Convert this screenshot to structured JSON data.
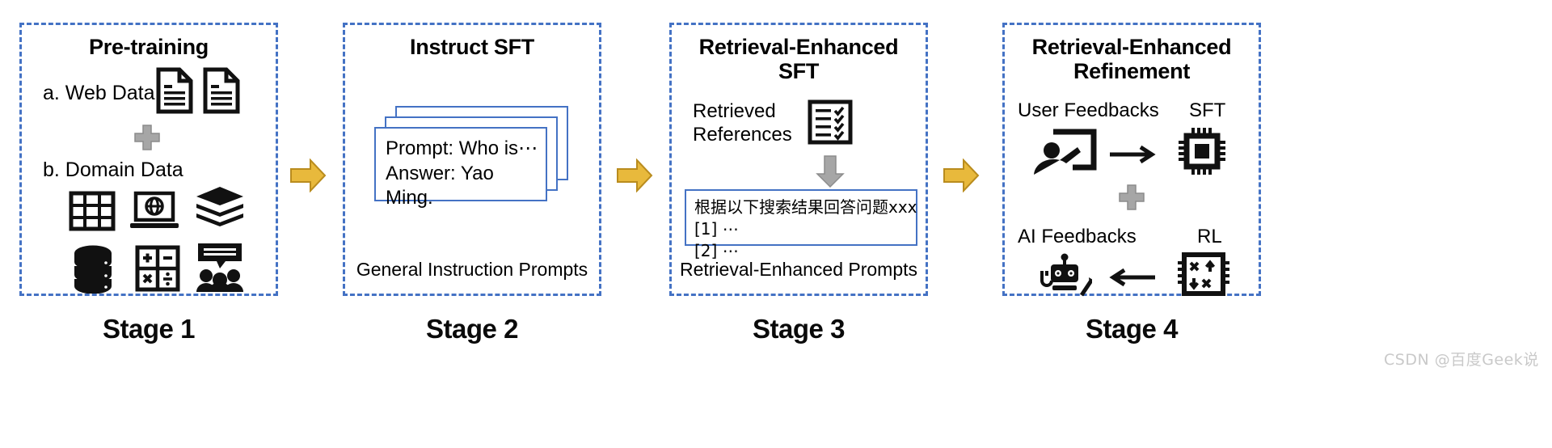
{
  "diagram": {
    "watermark": "CSDN @百度Geek说",
    "accent_blue": "#4472c4",
    "arrow_yellow": "#e8b93c",
    "plus_gray": "#a6a6a6"
  },
  "stages": [
    {
      "title": "Pre-training",
      "stage_label": "Stage 1",
      "rows": [
        {
          "label": "a. Web Data",
          "icons": [
            "document-icon",
            "document-icon"
          ]
        },
        {
          "label": "b. Domain Data",
          "icons": [
            "table-icon",
            "laptop-globe-icon",
            "books-icon",
            "database-icon",
            "calculator-icon",
            "forum-people-icon"
          ]
        }
      ],
      "connector": "plus-icon",
      "footer": ""
    },
    {
      "title": "Instruct SFT",
      "stage_label": "Stage 2",
      "card_text": "Prompt: Who is⋯\nAnswer: Yao Ming.",
      "card_count": 3,
      "footer": "General Instruction Prompts"
    },
    {
      "title": "Retrieval-Enhanced\nSFT",
      "stage_label": "Stage 3",
      "retrieved_label": "Retrieved\nReferences",
      "checklist_icon": "checklist-icon",
      "down_arrow": "down-arrow-icon",
      "prompt_lines": [
        "根据以下搜索结果回答问题xxx",
        "[1] ⋯",
        "[2] ⋯"
      ],
      "footer": "Retrieval-Enhanced Prompts"
    },
    {
      "title": "Retrieval-Enhanced\nRefinement",
      "stage_label": "Stage 4",
      "quadrants": [
        {
          "label": "User Feedbacks",
          "icon": "user-presenting-icon"
        },
        {
          "label": "SFT",
          "icon": "chip-icon"
        },
        {
          "label": "AI Feedbacks",
          "icon": "robot-icon"
        },
        {
          "label": "RL",
          "icon": "rl-grid-icon"
        }
      ],
      "connector": "plus-icon",
      "arrow_right": "right-arrow-icon",
      "arrow_left": "left-arrow-icon",
      "footer": ""
    }
  ]
}
